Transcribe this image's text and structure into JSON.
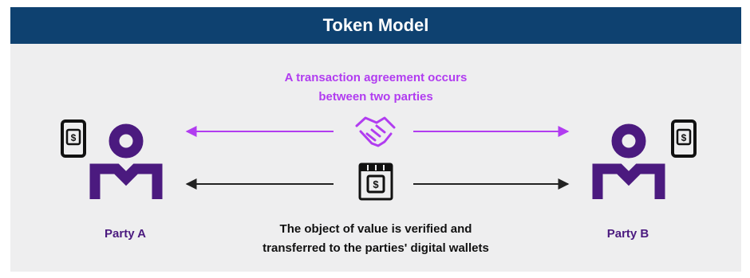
{
  "title": "Token Model",
  "agreement_caption": [
    "A transaction agreement occurs",
    "between two parties"
  ],
  "transfer_caption": [
    "The object of value is verified and",
    "transferred to the parties' digital wallets"
  ],
  "party_a": "Party A",
  "party_b": "Party B",
  "wallet_symbol": "$",
  "colors": {
    "header_bg": "#0e4170",
    "accent_purple": "#b13cf0",
    "person_purple": "#4b1a7f",
    "panel_bg": "#eeeeef"
  },
  "icons": [
    "wallet-phone-icon",
    "person-icon",
    "handshake-icon",
    "token-box-icon"
  ]
}
